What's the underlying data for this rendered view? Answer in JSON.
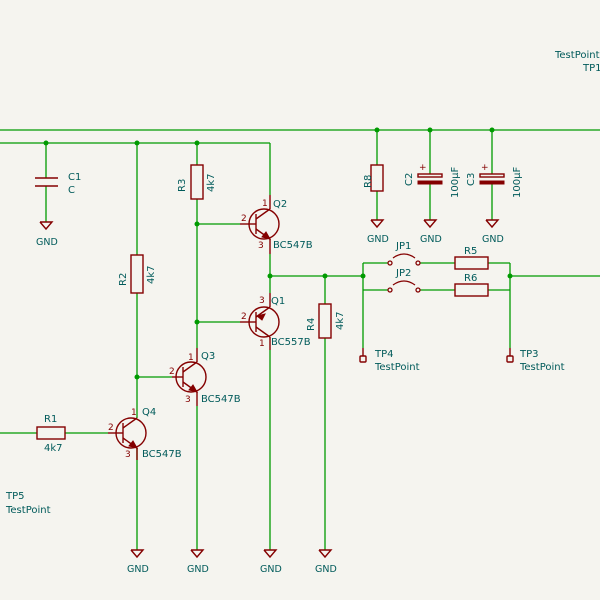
{
  "power_label": "GND",
  "plus": "+",
  "pins": {
    "one": "1",
    "two": "2",
    "three": "3"
  },
  "components": {
    "C1": {
      "ref": "C1",
      "value": "C"
    },
    "C2": {
      "ref": "C2",
      "value": "100µF"
    },
    "C3": {
      "ref": "C3",
      "value": "100µF"
    },
    "R1": {
      "ref": "R1",
      "value": "4k7"
    },
    "R2": {
      "ref": "R2",
      "value": "4k7"
    },
    "R3": {
      "ref": "R3",
      "value": "4k7"
    },
    "R4": {
      "ref": "R4",
      "value": "4k7"
    },
    "R5": {
      "ref": "R5"
    },
    "R6": {
      "ref": "R6"
    },
    "R8": {
      "ref": "R8"
    },
    "Q1": {
      "ref": "Q1",
      "value": "BC557B"
    },
    "Q2": {
      "ref": "Q2",
      "value": "BC547B"
    },
    "Q3": {
      "ref": "Q3",
      "value": "BC547B"
    },
    "Q4": {
      "ref": "Q4",
      "value": "BC547B"
    },
    "JP1": {
      "ref": "JP1"
    },
    "JP2": {
      "ref": "JP2"
    },
    "TP1": {
      "ref": "TP1",
      "value": "TestPoint"
    },
    "TP3": {
      "ref": "TP3",
      "value": "TestPoint"
    },
    "TP4": {
      "ref": "TP4",
      "value": "TestPoint"
    },
    "TP5": {
      "ref": "TP5",
      "value": "TestPoint"
    }
  }
}
